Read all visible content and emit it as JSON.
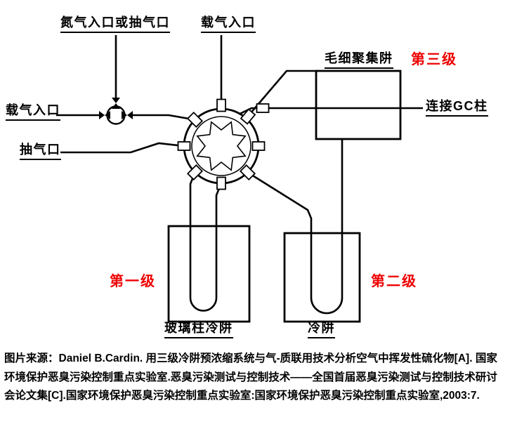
{
  "figure": {
    "labels": {
      "nitrogen_inlet": "氮气入口或抽气口",
      "carrier_gas_inlet_top": "载气入口",
      "carrier_gas_inlet_left": "载气入口",
      "pump_port": "抽气口",
      "capillary_trap": "毛细聚集阱",
      "stage3": "第三级",
      "gc_column": "连接GC柱",
      "stage1": "第一级",
      "stage2": "第二级",
      "glass_column_trap": "玻璃柱冷阱",
      "cold_trap": "冷阱"
    },
    "colors": {
      "stage_red": "#ee0000",
      "line_black": "#000000"
    }
  },
  "caption": {
    "text": "图片来源：Daniel B.Cardin. 用三级冷阱预浓缩系统与气-质联用技术分析空气中挥发性硫化物[A]. 国家环境保护恶臭污染控制重点实验室.恶臭污染测试与控制技术——全国首届恶臭污染测试与控制技术研讨会论文集[C].国家环境保护恶臭污染控制重点实验室:国家环境保护恶臭污染控制重点实验室,2003:7."
  }
}
